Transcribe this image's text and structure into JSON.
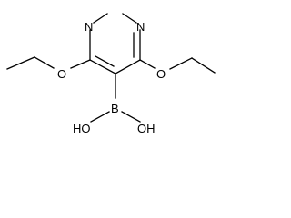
{
  "molecule": {
    "ring_nitrogen_left": "N",
    "ring_nitrogen_right": "N",
    "methoxy_oxygen": "O",
    "ethoxy_oxygen": "O",
    "boron": "B",
    "hydroxyl_left": "HO",
    "hydroxyl_right": "OH"
  }
}
